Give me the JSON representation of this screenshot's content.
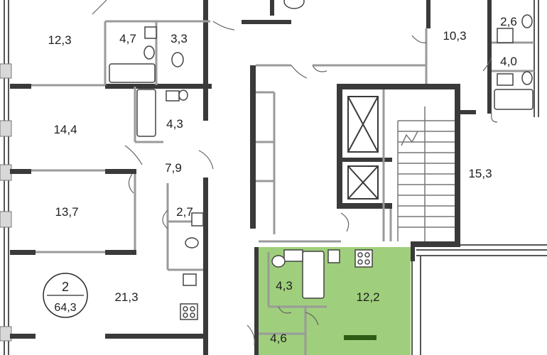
{
  "rooms": [
    {
      "id": "r-top-left",
      "label": "12,3"
    },
    {
      "id": "r-bath-top-a",
      "label": "4,7"
    },
    {
      "id": "r-wc-top",
      "label": "3,3"
    },
    {
      "id": "r-right-top",
      "label": "10,3"
    },
    {
      "id": "r-wc-right",
      "label": "2,6"
    },
    {
      "id": "r-bath-right",
      "label": "4,0"
    },
    {
      "id": "r-left-2",
      "label": "14,4"
    },
    {
      "id": "r-bath-left-2",
      "label": "4,3"
    },
    {
      "id": "r-hall-left",
      "label": "7,9"
    },
    {
      "id": "r-right-big",
      "label": "15,3"
    },
    {
      "id": "r-left-3",
      "label": "13,7"
    },
    {
      "id": "r-wc-left-3",
      "label": "2,7"
    },
    {
      "id": "r-left-4",
      "label": "21,3"
    },
    {
      "id": "r-sel-bath",
      "label": "4,3"
    },
    {
      "id": "r-sel-kitchen",
      "label": "12,2"
    },
    {
      "id": "r-sel-hall",
      "label": "4,6"
    }
  ],
  "unit_badge": {
    "rooms": "2",
    "area": "64,3"
  },
  "colors": {
    "wall": "#3a3a3a",
    "partition": "#9a9a9a",
    "highlight": "#9fcf7c",
    "background": "#ffffff"
  }
}
